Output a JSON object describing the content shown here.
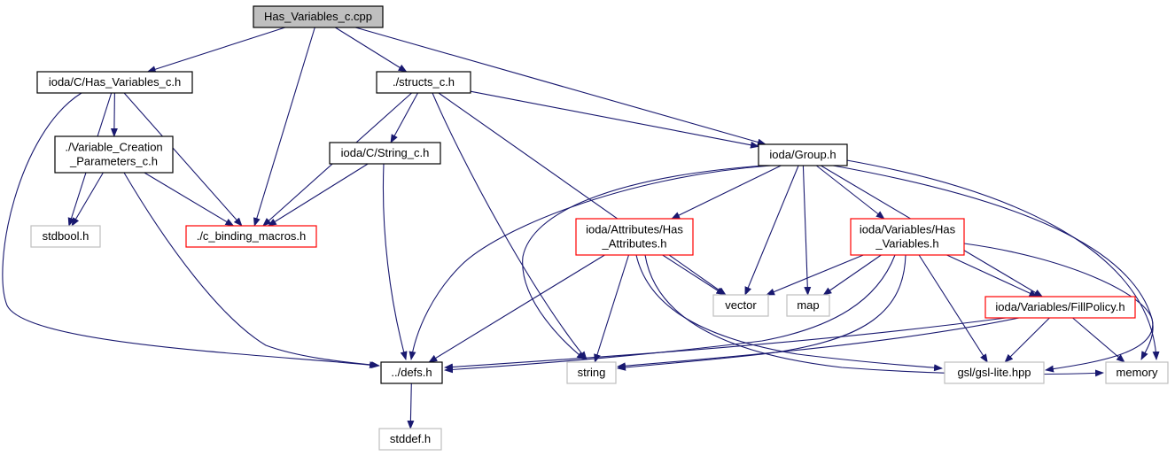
{
  "diagram": {
    "type": "include-dependency-graph",
    "colors": {
      "edge": "#191970",
      "root_fill": "#bfbfbf",
      "root_border": "#000000",
      "documented_border": "#000000",
      "truncated_border": "#ff0000",
      "external_border": "#bfbfbf",
      "node_fill": "#ffffff",
      "text": "#000000"
    },
    "nodes": [
      {
        "id": "root",
        "lines": [
          "Has_Variables_c.cpp"
        ],
        "kind": "root"
      },
      {
        "id": "has_var_c_h",
        "lines": [
          "ioda/C/Has_Variables_c.h"
        ],
        "kind": "documented"
      },
      {
        "id": "structs_c_h",
        "lines": [
          "./structs_c.h"
        ],
        "kind": "documented"
      },
      {
        "id": "var_create_params",
        "lines": [
          "./Variable_Creation",
          "_Parameters_c.h"
        ],
        "kind": "documented"
      },
      {
        "id": "string_c_h",
        "lines": [
          "ioda/C/String_c.h"
        ],
        "kind": "documented"
      },
      {
        "id": "group_h",
        "lines": [
          "ioda/Group.h"
        ],
        "kind": "documented"
      },
      {
        "id": "stdbool_h",
        "lines": [
          "stdbool.h"
        ],
        "kind": "external"
      },
      {
        "id": "c_binding_macros",
        "lines": [
          "./c_binding_macros.h"
        ],
        "kind": "truncated"
      },
      {
        "id": "attr_has_attr",
        "lines": [
          "ioda/Attributes/Has",
          "_Attributes.h"
        ],
        "kind": "truncated"
      },
      {
        "id": "var_has_var",
        "lines": [
          "ioda/Variables/Has",
          "_Variables.h"
        ],
        "kind": "truncated"
      },
      {
        "id": "vector",
        "lines": [
          "vector"
        ],
        "kind": "external"
      },
      {
        "id": "map",
        "lines": [
          "map"
        ],
        "kind": "external"
      },
      {
        "id": "fillpolicy",
        "lines": [
          "ioda/Variables/FillPolicy.h"
        ],
        "kind": "truncated"
      },
      {
        "id": "defs_h",
        "lines": [
          "../defs.h"
        ],
        "kind": "documented"
      },
      {
        "id": "string",
        "lines": [
          "string"
        ],
        "kind": "external"
      },
      {
        "id": "gsl_lite",
        "lines": [
          "gsl/gsl-lite.hpp"
        ],
        "kind": "external"
      },
      {
        "id": "memory",
        "lines": [
          "memory"
        ],
        "kind": "external"
      },
      {
        "id": "stddef_h",
        "lines": [
          "stddef.h"
        ],
        "kind": "external"
      }
    ],
    "edges": [
      {
        "from": "root",
        "to": "has_var_c_h"
      },
      {
        "from": "root",
        "to": "c_binding_macros"
      },
      {
        "from": "root",
        "to": "structs_c_h"
      },
      {
        "from": "root",
        "to": "group_h"
      },
      {
        "from": "has_var_c_h",
        "to": "var_create_params"
      },
      {
        "from": "has_var_c_h",
        "to": "stdbool_h"
      },
      {
        "from": "has_var_c_h",
        "to": "c_binding_macros"
      },
      {
        "from": "has_var_c_h",
        "to": "defs_h"
      },
      {
        "from": "var_create_params",
        "to": "stdbool_h"
      },
      {
        "from": "var_create_params",
        "to": "c_binding_macros"
      },
      {
        "from": "var_create_params",
        "to": "defs_h"
      },
      {
        "from": "structs_c_h",
        "to": "c_binding_macros"
      },
      {
        "from": "structs_c_h",
        "to": "string_c_h"
      },
      {
        "from": "structs_c_h",
        "to": "string"
      },
      {
        "from": "structs_c_h",
        "to": "vector"
      },
      {
        "from": "structs_c_h",
        "to": "group_h"
      },
      {
        "from": "string_c_h",
        "to": "c_binding_macros"
      },
      {
        "from": "string_c_h",
        "to": "defs_h"
      },
      {
        "from": "group_h",
        "to": "defs_h"
      },
      {
        "from": "group_h",
        "to": "string"
      },
      {
        "from": "group_h",
        "to": "attr_has_attr"
      },
      {
        "from": "group_h",
        "to": "vector"
      },
      {
        "from": "group_h",
        "to": "map"
      },
      {
        "from": "group_h",
        "to": "var_has_var"
      },
      {
        "from": "group_h",
        "to": "fillpolicy"
      },
      {
        "from": "group_h",
        "to": "gsl_lite"
      },
      {
        "from": "group_h",
        "to": "memory"
      },
      {
        "from": "attr_has_attr",
        "to": "defs_h"
      },
      {
        "from": "attr_has_attr",
        "to": "string"
      },
      {
        "from": "attr_has_attr",
        "to": "vector"
      },
      {
        "from": "attr_has_attr",
        "to": "gsl_lite"
      },
      {
        "from": "attr_has_attr",
        "to": "memory"
      },
      {
        "from": "var_has_var",
        "to": "vector"
      },
      {
        "from": "var_has_var",
        "to": "map"
      },
      {
        "from": "var_has_var",
        "to": "defs_h"
      },
      {
        "from": "var_has_var",
        "to": "string"
      },
      {
        "from": "var_has_var",
        "to": "fillpolicy"
      },
      {
        "from": "var_has_var",
        "to": "gsl_lite"
      },
      {
        "from": "var_has_var",
        "to": "memory"
      },
      {
        "from": "fillpolicy",
        "to": "defs_h"
      },
      {
        "from": "fillpolicy",
        "to": "string"
      },
      {
        "from": "fillpolicy",
        "to": "gsl_lite"
      },
      {
        "from": "fillpolicy",
        "to": "memory"
      },
      {
        "from": "defs_h",
        "to": "stddef_h"
      }
    ]
  }
}
